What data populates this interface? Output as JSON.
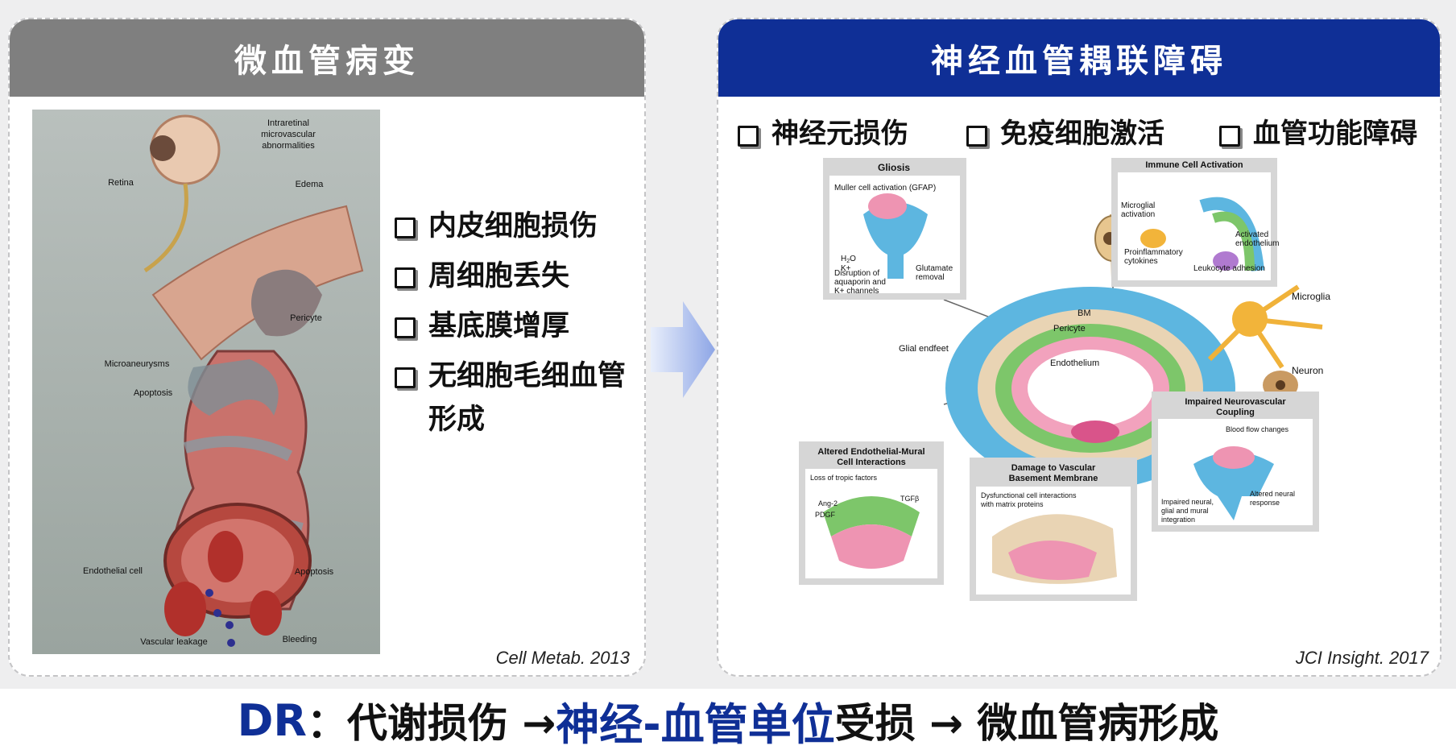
{
  "left_panel": {
    "header": "微血管病变",
    "bullets": [
      "内皮细胞损伤",
      "周细胞丢失",
      "基底膜增厚",
      "无细胞毛细血管形成"
    ],
    "citation": "Cell Metab. 2013",
    "figure_labels": {
      "irma": [
        "Intraretinal",
        "microvascular",
        "abnormalities"
      ],
      "retina": "Retina",
      "edema": "Edema",
      "pericyte": "Pericyte",
      "microaneurysms": "Microaneurysms",
      "apoptosis_1": "Apoptosis",
      "endothelial_cell": "Endothelial cell",
      "apoptosis_2": "Apoptosis",
      "vascular_leakage": "Vascular leakage",
      "bleeding": "Bleeding"
    }
  },
  "right_panel": {
    "header": "神经血管耦联障碍",
    "bullets": [
      "神经元损伤",
      "免疫细胞激活",
      "血管功能障碍"
    ],
    "citation": "JCI Insight. 2017",
    "figure_labels": {
      "gliosis": "Gliosis",
      "muller": "Muller cell activation (GFAP)",
      "h2o": "H",
      "h2o_sub": "2",
      "h2o_tail": "O",
      "k": "K+",
      "glutamate": [
        "Glutamate",
        "removal"
      ],
      "disruption": [
        "Disruption of",
        "aquaporin and",
        "K+ channels"
      ],
      "immune_title": "Immune Cell Activation",
      "microglial_activation": [
        "Microglial",
        "activation"
      ],
      "activated_endothelium": [
        "Activated",
        "endothelium"
      ],
      "proinflammatory": [
        "Proinflammatory",
        "cytokines"
      ],
      "leukocyte": "Leukocyte adhesion",
      "microglia": "Microglia",
      "neuron": "Neuron",
      "bm": "BM",
      "pericyte": "Pericyte",
      "endothelium": "Endothelium",
      "glial_endfeet": "Glial endfeet",
      "altered_title": [
        "Altered Endothelial-Mural",
        "Cell Interactions"
      ],
      "loss_tropic": "Loss of tropic factors",
      "ang2": "Ang-2",
      "tgfb": "TGFβ",
      "pdgf": "PDGF",
      "damage_title": [
        "Damage to Vascular",
        "Basement Membrane"
      ],
      "dysfunctional": [
        "Dysfunctional cell interactions",
        "with matrix proteins"
      ],
      "impaired_title": [
        "Impaired Neurovascular",
        "Coupling"
      ],
      "blood_flow": "Blood flow changes",
      "altered_neural": [
        "Altered neural",
        "response"
      ],
      "impaired_neural": [
        "Impaired neural,",
        "glial and mural",
        "integration"
      ]
    }
  },
  "bottom": {
    "prefix": "DR",
    "colon": "：",
    "part1": "代谢损伤 → ",
    "highlight": "神经-血管单位",
    "part2": "受损 → 微血管病形成"
  },
  "colors": {
    "left_header": "#7f7f7f",
    "right_header": "#0f2f96",
    "highlight": "#0f2f96",
    "arrow": "#8ea6e6"
  }
}
